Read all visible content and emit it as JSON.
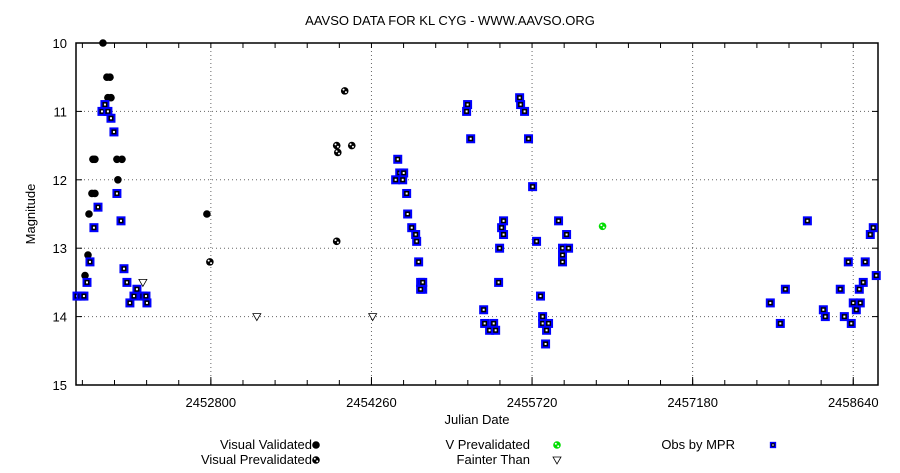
{
  "chart_data": {
    "type": "scatter",
    "title": "AAVSO DATA FOR KL CYG - WWW.AAVSO.ORG",
    "xlabel": "Julian Date",
    "ylabel": "Magnitude",
    "xlim": [
      2451574,
      2458865
    ],
    "ylim": [
      15,
      10
    ],
    "y_inverted": true,
    "grid": true,
    "x_ticks": [
      2452800,
      2454260,
      2455720,
      2457180,
      2458640
    ],
    "x_tick_labels": [
      "2452800",
      "2454260",
      "2455720",
      "2457180",
      "2458640"
    ],
    "y_ticks": [
      10,
      11,
      12,
      13,
      14,
      15
    ],
    "y_tick_labels": [
      "10",
      "11",
      "12",
      "13",
      "14",
      "15"
    ],
    "legend_position": "bottom",
    "series": [
      {
        "name": "Visual Validated",
        "marker": "dot",
        "color": "#000000",
        "points": [
          [
            2451819,
            10.0
          ],
          [
            2451855,
            10.5
          ],
          [
            2451883,
            10.5
          ],
          [
            2451864,
            10.8
          ],
          [
            2451892,
            10.8
          ],
          [
            2451728,
            11.7
          ],
          [
            2451746,
            11.7
          ],
          [
            2451946,
            11.7
          ],
          [
            2451992,
            11.7
          ],
          [
            2451955,
            12.0
          ],
          [
            2451719,
            12.2
          ],
          [
            2451746,
            12.2
          ],
          [
            2451692,
            12.5
          ],
          [
            2452764,
            12.5
          ],
          [
            2451683,
            13.1
          ],
          [
            2451656,
            13.4
          ]
        ]
      },
      {
        "name": "Visual Prevalidated",
        "marker": "ring",
        "color": "#000000",
        "points": [
          [
            2452791,
            13.2
          ],
          [
            2453944,
            12.9
          ],
          [
            2454017,
            10.7
          ],
          [
            2453944,
            11.5
          ],
          [
            2453954,
            11.6
          ],
          [
            2454081,
            11.5
          ]
        ]
      },
      {
        "name": "V Prevalidated",
        "marker": "ring",
        "color": "#00dd00",
        "points": [
          [
            2456361,
            12.68
          ]
        ]
      },
      {
        "name": "Fainter Than",
        "marker": "triangle",
        "color": "#000000",
        "points": [
          [
            2452182,
            13.5
          ],
          [
            2453218,
            14.0
          ],
          [
            2454271,
            14.0
          ]
        ]
      },
      {
        "name": "Obs by MPR",
        "marker": "square",
        "color": "#0000ff",
        "points": [
          [
            2451583,
            13.7
          ],
          [
            2451619,
            13.7
          ],
          [
            2451646,
            13.7
          ],
          [
            2451674,
            13.5
          ],
          [
            2451701,
            13.2
          ],
          [
            2451737,
            12.7
          ],
          [
            2451774,
            12.4
          ],
          [
            2451810,
            11.0
          ],
          [
            2451864,
            11.0
          ],
          [
            2451837,
            10.9
          ],
          [
            2451892,
            11.1
          ],
          [
            2451919,
            11.3
          ],
          [
            2451946,
            12.2
          ],
          [
            2451983,
            12.6
          ],
          [
            2452010,
            13.3
          ],
          [
            2452037,
            13.5
          ],
          [
            2452064,
            13.8
          ],
          [
            2452101,
            13.7
          ],
          [
            2452128,
            13.6
          ],
          [
            2452182,
            13.7
          ],
          [
            2452210,
            13.7
          ],
          [
            2452219,
            13.8
          ],
          [
            2454499,
            11.7
          ],
          [
            2454517,
            11.9
          ],
          [
            2454553,
            11.9
          ],
          [
            2454480,
            12.0
          ],
          [
            2454544,
            12.0
          ],
          [
            2454580,
            12.2
          ],
          [
            2454589,
            12.5
          ],
          [
            2454626,
            12.7
          ],
          [
            2454662,
            12.8
          ],
          [
            2454671,
            12.9
          ],
          [
            2454689,
            13.2
          ],
          [
            2454707,
            13.5
          ],
          [
            2454726,
            13.6
          ],
          [
            2454707,
            13.6
          ],
          [
            2454726,
            13.5
          ],
          [
            2455134,
            10.9
          ],
          [
            2455125,
            11.0
          ],
          [
            2455162,
            11.4
          ],
          [
            2455461,
            12.6
          ],
          [
            2455443,
            12.7
          ],
          [
            2455461,
            12.8
          ],
          [
            2455425,
            13.0
          ],
          [
            2455416,
            13.5
          ],
          [
            2455280,
            13.9
          ],
          [
            2455289,
            14.1
          ],
          [
            2455371,
            14.1
          ],
          [
            2455334,
            14.2
          ],
          [
            2455389,
            14.2
          ],
          [
            2455607,
            10.8
          ],
          [
            2455616,
            10.9
          ],
          [
            2455652,
            11.0
          ],
          [
            2455688,
            11.4
          ],
          [
            2455725,
            12.1
          ],
          [
            2455761,
            12.9
          ],
          [
            2455797,
            13.7
          ],
          [
            2455816,
            14.0
          ],
          [
            2455816,
            14.1
          ],
          [
            2455870,
            14.1
          ],
          [
            2455852,
            14.2
          ],
          [
            2455843,
            14.4
          ],
          [
            2455961,
            12.6
          ],
          [
            2456034,
            12.8
          ],
          [
            2455997,
            13.0
          ],
          [
            2456052,
            13.0
          ],
          [
            2455997,
            13.1
          ],
          [
            2455997,
            13.2
          ],
          [
            2457886,
            13.8
          ],
          [
            2457977,
            14.1
          ],
          [
            2458023,
            13.6
          ],
          [
            2458223,
            12.6
          ],
          [
            2458368,
            13.9
          ],
          [
            2458386,
            14.0
          ],
          [
            2458522,
            13.6
          ],
          [
            2458559,
            14.0
          ],
          [
            2458595,
            13.2
          ],
          [
            2458622,
            14.1
          ],
          [
            2458640,
            13.8
          ],
          [
            2458668,
            13.9
          ],
          [
            2458695,
            13.6
          ],
          [
            2458704,
            13.8
          ],
          [
            2458731,
            13.5
          ],
          [
            2458749,
            13.2
          ],
          [
            2458795,
            12.8
          ],
          [
            2458822,
            12.7
          ],
          [
            2458849,
            13.4
          ]
        ]
      }
    ]
  }
}
